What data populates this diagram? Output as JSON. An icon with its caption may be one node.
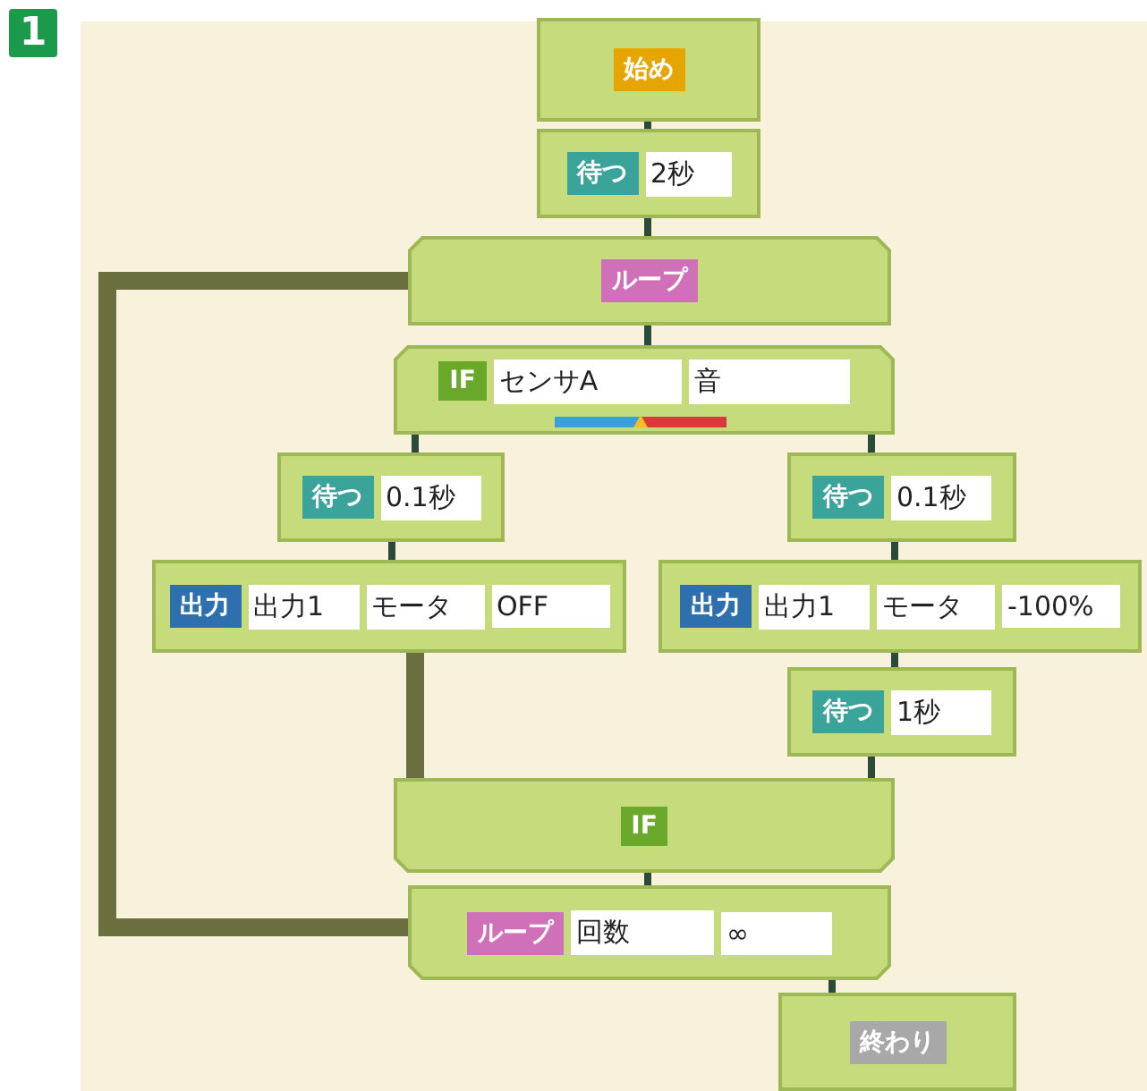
{
  "diagram": {
    "nodes": [
      {
        "text": [
          "始め"
        ]
      },
      {
        "text": [
          "待つ",
          "2秒"
        ]
      },
      {
        "text": [
          "ループ"
        ]
      },
      {
        "text": [
          "IF",
          "センサA",
          "音"
        ]
      },
      {
        "text": [
          "待つ",
          "0.1秒"
        ]
      },
      {
        "text": [
          "出力",
          "出力1",
          "モータ",
          "OFF"
        ]
      },
      {
        "text": [
          "待つ",
          "0.1秒"
        ]
      },
      {
        "text": [
          "出力",
          "出力1",
          "モータ",
          "-100%"
        ]
      },
      {
        "text": [
          "待つ",
          "1秒"
        ]
      },
      {
        "text": [
          "IF"
        ]
      },
      {
        "text": [
          "ループ",
          "回数",
          "∞"
        ]
      },
      {
        "text": [
          "終わり"
        ]
      }
    ],
    "edges": [
      {
        "from": 0,
        "to": 1,
        "arrow": "none"
      },
      {
        "from": 1,
        "to": 2,
        "arrow": "none"
      },
      {
        "from": 2,
        "to": 3,
        "arrow": "none"
      },
      {
        "from": 3,
        "to": 4,
        "arrow": "none"
      },
      {
        "from": 3,
        "to": 6,
        "arrow": "none"
      },
      {
        "from": 4,
        "to": 5,
        "arrow": "none"
      },
      {
        "from": 6,
        "to": 7,
        "arrow": "none"
      },
      {
        "from": 7,
        "to": 8,
        "arrow": "none"
      },
      {
        "from": 5,
        "to": 9,
        "arrow": "none",
        "style": "thick",
        "color": "#6b6f3f"
      },
      {
        "from": 8,
        "to": 9,
        "arrow": "none"
      },
      {
        "from": 9,
        "to": 10,
        "arrow": "none"
      },
      {
        "from": 10,
        "to": 11,
        "arrow": "none"
      },
      {
        "from": 10,
        "to": 2,
        "arrow": "none",
        "style": "thick",
        "color": "#6b6f3f"
      }
    ],
    "labels": [
      "1"
    ]
  }
}
